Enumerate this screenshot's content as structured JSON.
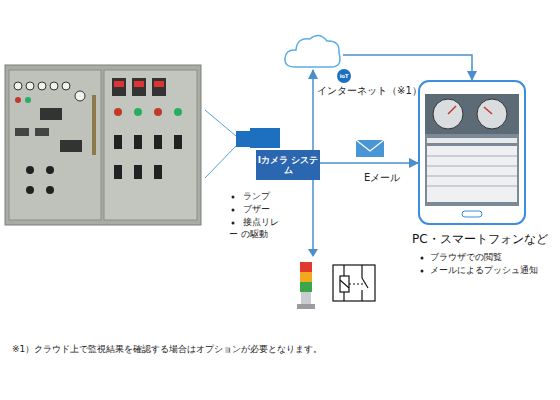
{
  "diagram": {
    "nodes": [
      {
        "text": [
          "Iカメラ システム"
        ]
      },
      {
        "text": [
          "インターネット（※1）"
        ]
      },
      {
        "text": [
          "PC・スマートフォンなど",
          "ブラウザでの閲覧",
          "メールによるプッシュ通知"
        ]
      }
    ],
    "edges": [
      {
        "from": 0,
        "to": 1,
        "arrow": "to"
      },
      {
        "from": 1,
        "to": 2,
        "arrow": "to"
      },
      {
        "from": 0,
        "to": 2,
        "label": "Eメール",
        "arrow": "to"
      }
    ],
    "labels": [
      "ランプ",
      "ブザー",
      "接点リレー の駆動",
      "IoT",
      "※1）クラウド上で監視結果を確認する場合はオプションが必要となります。"
    ]
  }
}
